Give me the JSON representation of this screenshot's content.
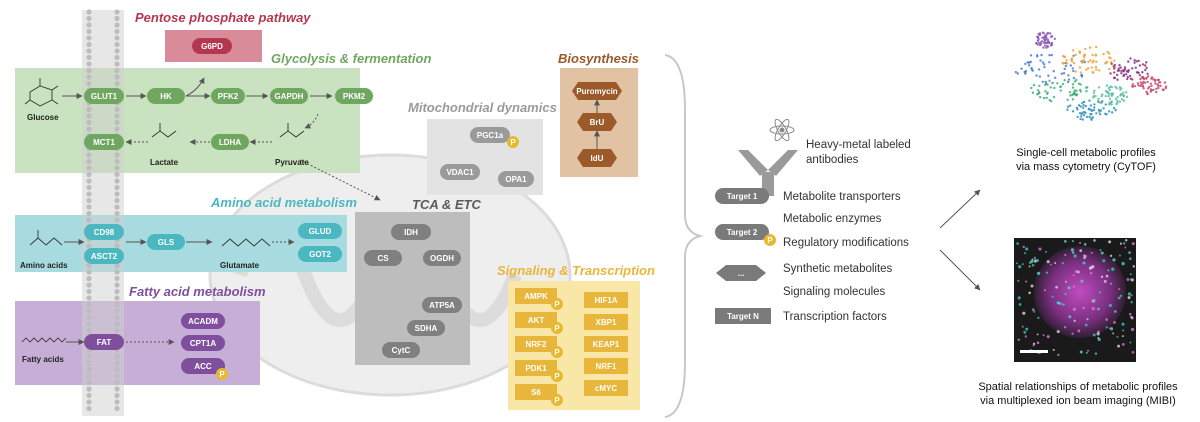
{
  "colors": {
    "ppp": "#b4374f",
    "ppp_bg": "#d98b9a",
    "glyco": "#6fa760",
    "glyco_bg": "#c9e2bf",
    "amino": "#4bb7c0",
    "amino_bg": "#a8dbe0",
    "fatty": "#7f4f9e",
    "fatty_bg": "#c7aed6",
    "tca": "#808080",
    "tca_bg": "#bdbdbd",
    "mito": "#9a9a9a",
    "mito_bg": "#e3e3e3",
    "bio": "#9c5a2a",
    "bio_bg": "#e1c3a4",
    "sig": "#e9b63c",
    "sig_bg": "#f9e7a8",
    "p_badge": "#e8b830",
    "target": "#7a7a7a"
  },
  "pathways": {
    "ppp": {
      "title": "Pentose phosphate pathway",
      "nodes": [
        "G6PD"
      ]
    },
    "glyco": {
      "title": "Glycolysis & fermentation",
      "nodes": [
        "GLUT1",
        "HK",
        "PFK2",
        "GAPDH",
        "PKM2",
        "LDHA",
        "MCT1"
      ],
      "metabolites": [
        "Glucose",
        "Pyruvate",
        "Lactate"
      ]
    },
    "amino": {
      "title": "Amino acid metabolism",
      "nodes": [
        "CD98",
        "ASCT2",
        "GLS",
        "GLUD",
        "GOT2"
      ],
      "metabolites": [
        "Amino acids",
        "Glutamate"
      ]
    },
    "fatty": {
      "title": "Fatty acid metabolism",
      "nodes": [
        "FAT",
        "ACADM",
        "CPT1A",
        "ACC"
      ],
      "metabolites": [
        "Fatty acids"
      ]
    },
    "mito": {
      "title": "Mitochondrial dynamics",
      "nodes": [
        "PGC1a",
        "VDAC1",
        "OPA1"
      ]
    },
    "tca": {
      "title": "TCA & ETC",
      "nodes": [
        "IDH",
        "CS",
        "OGDH",
        "ATP5A",
        "SDHA",
        "CytC"
      ]
    },
    "bio": {
      "title": "Biosynthesis",
      "nodes": [
        "Puromycin",
        "BrU",
        "IdU"
      ]
    },
    "sig": {
      "title": "Signaling & Transcription",
      "left": [
        "AMPK",
        "AKT",
        "NRF2",
        "PDK1",
        "S6"
      ],
      "right": [
        "HIF1A",
        "XBP1",
        "KEAP1",
        "NRF1",
        "cMYC"
      ]
    }
  },
  "p_label": "P",
  "legend": {
    "antibody": "Heavy-metal labeled\nantibodies",
    "targets": [
      {
        "tag": "Target 1",
        "texts": [
          "Metabolite transporters"
        ]
      },
      {
        "tag": "Target 2",
        "texts": [
          "Metabolic enzymes",
          "Regulatory modifications"
        ]
      },
      {
        "tag": "...",
        "texts": [
          "Synthetic metabolites",
          "Signaling molecules"
        ]
      },
      {
        "tag": "Target N",
        "texts": [
          "Transcription factors"
        ]
      }
    ]
  },
  "outputs": {
    "cytof": "Single-cell metabolic profiles\nvia mass cytometry (CyTOF)",
    "mibi": "Spatial relationships of metabolic profiles\nvia multiplexed ion beam imaging (MIBI)"
  }
}
